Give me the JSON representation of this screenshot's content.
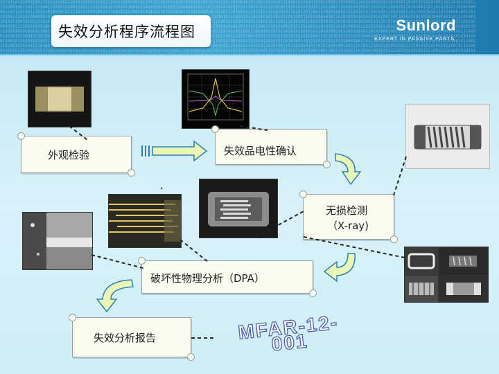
{
  "header": {
    "title": "失效分析程序流程图",
    "brand": "Sunlord",
    "brand_tagline": "EXPERT IN PASSIVE PARTS",
    "binary_pattern": "1010110101000100110111010011101010100101011110101010100101100101101001010101011010010101110110100101011011101010111010101101010101101011011001110101001010110101011010101101010011011010"
  },
  "steps": {
    "appearance": "外观检验",
    "electrical": "失效品电性确认",
    "xray_line1": "无损检测",
    "xray_line2": "（X-ray)",
    "dpa": "破坏性物理分析（DPA）",
    "report": "失效分析报告"
  },
  "stamp": {
    "line1": "MFAR-12-",
    "line2": "001"
  },
  "colors": {
    "accent_blue": "#2a8fbf",
    "arrow_fill": "#e8f6b8",
    "arrow_stroke": "#2f7fb3"
  }
}
